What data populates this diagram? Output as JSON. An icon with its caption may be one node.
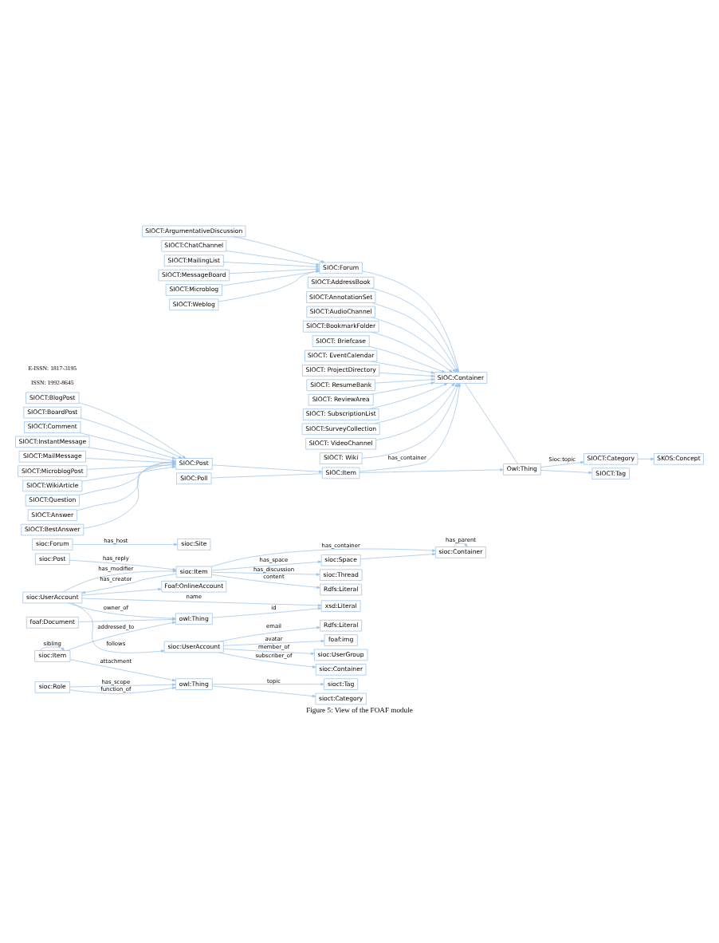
{
  "diagram": {
    "caption": "Figure 5: View of the FOAF module",
    "nodes": [
      {
        "text": [
          "owl:Thing"
        ]
      },
      {
        "text": [
          "xsd:Literal"
        ]
      },
      {
        "text": [
          "sioc:Container"
        ]
      },
      {
        "text": [
          "sioc:Space"
        ]
      },
      {
        "text": [
          "foaf:Document"
        ]
      },
      {
        "text": [
          "Foaf:OnlineAccount"
        ]
      },
      {
        "text": [
          "sioc:Thread"
        ]
      },
      {
        "text": [
          "sioc:Forum"
        ]
      },
      {
        "text": [
          "sioc:Site"
        ]
      },
      {
        "text": [
          "sioc:UserAccount"
        ]
      },
      {
        "text": [
          "sioc:Item"
        ]
      },
      {
        "text": [
          "Rdfs:Literal"
        ]
      },
      {
        "text": [
          "Rdfs:Literal"
        ]
      },
      {
        "text": [
          "sioc:UserAccount"
        ]
      },
      {
        "text": [
          "foaf:img"
        ]
      },
      {
        "text": [
          "sioc:Post"
        ]
      },
      {
        "text": [
          "sioc:UserGroup"
        ]
      },
      {
        "text": [
          "sioc:Role"
        ]
      },
      {
        "text": [
          "sioc:Container"
        ]
      },
      {
        "text": [
          "sioc:Item"
        ]
      },
      {
        "text": [
          "owl:Thing"
        ]
      },
      {
        "text": [
          "sioct:Tag"
        ]
      },
      {
        "text": [
          "sioct:Category"
        ]
      },
      {
        "text": [
          "Owl:Thing"
        ]
      },
      {
        "text": [
          "SIOCT:Category"
        ]
      },
      {
        "text": [
          "SIOCT:Tag"
        ]
      },
      {
        "text": [
          "SKOS:Concept"
        ]
      },
      {
        "text": [
          "SIOC:Item"
        ]
      },
      {
        "text": [
          "SIOC:Container"
        ]
      },
      {
        "text": [
          "SIOC:Post"
        ]
      },
      {
        "text": [
          "SIOC:Poll"
        ]
      },
      {
        "text": [
          "SIOC:Forum"
        ]
      },
      {
        "text": [
          "SIOCT:BlogPost"
        ]
      },
      {
        "text": [
          "SIOCT:BoardPost"
        ]
      },
      {
        "text": [
          "SIOCT:Comment"
        ]
      },
      {
        "text": [
          "SIOCT:InstantMessage"
        ]
      },
      {
        "text": [
          "SIOCT:MailMessage"
        ]
      },
      {
        "text": [
          "SIOCT:MicroblogPost"
        ]
      },
      {
        "text": [
          "SIOCT:WikiArticle"
        ]
      },
      {
        "text": [
          "SIOCT:Question"
        ]
      },
      {
        "text": [
          "SIOCT:Answer"
        ]
      },
      {
        "text": [
          "SIOCT:BestAnswer"
        ]
      },
      {
        "text": [
          "SIOCT:ArgumentativeDiscussion"
        ]
      },
      {
        "text": [
          "SIOCT:ChatChannel"
        ]
      },
      {
        "text": [
          "SIOCT:MailingList"
        ]
      },
      {
        "text": [
          "SIOCT:MessageBoard"
        ]
      },
      {
        "text": [
          "SIOCT:Microblog"
        ]
      },
      {
        "text": [
          "SIOCT:Weblog"
        ]
      },
      {
        "text": [
          "SIOCT:AddressBook"
        ]
      },
      {
        "text": [
          "SIOCT:AnnotationSet"
        ]
      },
      {
        "text": [
          "SIOCT:AudioChannel"
        ]
      },
      {
        "text": [
          "SIOCT:BookmarkFolder"
        ]
      },
      {
        "text": [
          "SIOCT: Briefcase"
        ]
      },
      {
        "text": [
          "SIOCT: EventCalendar"
        ]
      },
      {
        "text": [
          "SIOCT: ProjectDirectory"
        ]
      },
      {
        "text": [
          "SIOCT: ResumeBank"
        ]
      },
      {
        "text": [
          "SIOCT: ReviewArea"
        ]
      },
      {
        "text": [
          "SIOCT: SubscriptionList"
        ]
      },
      {
        "text": [
          "SIOCT:SurveyCollection"
        ]
      },
      {
        "text": [
          "SIOCT: VideoChannel"
        ]
      },
      {
        "text": [
          "SIOCT: Wiki"
        ]
      }
    ],
    "edges": [
      {
        "from": 19,
        "to": 0,
        "arrow": "to",
        "label": "addressed_to"
      },
      {
        "from": 9,
        "to": 0,
        "arrow": "to",
        "label": "owner_of"
      },
      {
        "from": 9,
        "to": 1,
        "arrow": "to",
        "label": "name"
      },
      {
        "from": 0,
        "to": 1,
        "arrow": "to",
        "label": "id"
      },
      {
        "from": 2,
        "to": 2,
        "arrow": "to",
        "label": "has_parent"
      },
      {
        "from": 10,
        "to": 3,
        "arrow": "to",
        "label": "has_space"
      },
      {
        "from": 3,
        "to": 2,
        "arrow": "to"
      },
      {
        "from": 4,
        "to": 0,
        "arrow": "to"
      },
      {
        "from": 7,
        "to": 8,
        "arrow": "to",
        "label": "has_host"
      },
      {
        "from": 9,
        "to": 5,
        "arrow": "to"
      },
      {
        "from": 10,
        "to": 9,
        "arrow": "to",
        "label": "has_creator"
      },
      {
        "from": 9,
        "to": 10,
        "arrow": "to",
        "label": "has_modifier"
      },
      {
        "from": 10,
        "to": 6,
        "arrow": "to",
        "label": "has_discussion"
      },
      {
        "from": 10,
        "to": 2,
        "arrow": "to",
        "label": "has_container"
      },
      {
        "from": 10,
        "to": 11,
        "arrow": "to",
        "label": "content"
      },
      {
        "from": 15,
        "to": 10,
        "arrow": "to",
        "label": "has_reply"
      },
      {
        "from": 9,
        "to": 13,
        "arrow": "to",
        "label": "follows"
      },
      {
        "from": 13,
        "to": 12,
        "arrow": "to",
        "label": "email"
      },
      {
        "from": 13,
        "to": 14,
        "arrow": "to",
        "label": "avatar"
      },
      {
        "from": 13,
        "to": 16,
        "arrow": "to",
        "label": "member_of"
      },
      {
        "from": 13,
        "to": 18,
        "arrow": "to",
        "label": "subscriber_of"
      },
      {
        "from": 19,
        "to": 19,
        "arrow": "to",
        "label": "sibling"
      },
      {
        "from": 17,
        "to": 20,
        "arrow": "to",
        "label": "has_scope"
      },
      {
        "from": 17,
        "to": 20,
        "arrow": "to",
        "label": "function_of"
      },
      {
        "from": 19,
        "to": 20,
        "arrow": "to",
        "label": "attachment"
      },
      {
        "from": 20,
        "to": 21,
        "arrow": "to",
        "label": "topic"
      },
      {
        "from": 20,
        "to": 22,
        "arrow": "to"
      },
      {
        "from": 23,
        "to": 24,
        "arrow": "to",
        "label": "Sioc:topic"
      },
      {
        "from": 23,
        "to": 25,
        "arrow": "to"
      },
      {
        "from": 24,
        "to": 26,
        "arrow": "to"
      },
      {
        "from": 27,
        "to": 23,
        "arrow": "to"
      },
      {
        "from": 28,
        "to": 23,
        "arrow": "none"
      },
      {
        "from": 27,
        "to": 28,
        "arrow": "to",
        "label": "has_container"
      },
      {
        "from": 29,
        "to": 27,
        "arrow": "to"
      },
      {
        "from": 30,
        "to": 27,
        "arrow": "none"
      },
      {
        "from": 31,
        "to": 28,
        "arrow": "none"
      },
      {
        "from": 32,
        "to": 29,
        "arrow": "to"
      },
      {
        "from": 33,
        "to": 29,
        "arrow": "to"
      },
      {
        "from": 34,
        "to": 29,
        "arrow": "to"
      },
      {
        "from": 35,
        "to": 29,
        "arrow": "to"
      },
      {
        "from": 36,
        "to": 29,
        "arrow": "to"
      },
      {
        "from": 37,
        "to": 29,
        "arrow": "to"
      },
      {
        "from": 38,
        "to": 29,
        "arrow": "to"
      },
      {
        "from": 39,
        "to": 29,
        "arrow": "to"
      },
      {
        "from": 40,
        "to": 29,
        "arrow": "to"
      },
      {
        "from": 41,
        "to": 29,
        "arrow": "to"
      },
      {
        "from": 42,
        "to": 31,
        "arrow": "to"
      },
      {
        "from": 43,
        "to": 31,
        "arrow": "to"
      },
      {
        "from": 44,
        "to": 31,
        "arrow": "to"
      },
      {
        "from": 45,
        "to": 31,
        "arrow": "to"
      },
      {
        "from": 46,
        "to": 31,
        "arrow": "to"
      },
      {
        "from": 47,
        "to": 31,
        "arrow": "to"
      },
      {
        "from": 48,
        "to": 28,
        "arrow": "to"
      },
      {
        "from": 49,
        "to": 28,
        "arrow": "to"
      },
      {
        "from": 50,
        "to": 28,
        "arrow": "to"
      },
      {
        "from": 51,
        "to": 28,
        "arrow": "to"
      },
      {
        "from": 52,
        "to": 28,
        "arrow": "to"
      },
      {
        "from": 53,
        "to": 28,
        "arrow": "to"
      },
      {
        "from": 54,
        "to": 28,
        "arrow": "to"
      },
      {
        "from": 55,
        "to": 28,
        "arrow": "to"
      },
      {
        "from": 56,
        "to": 28,
        "arrow": "to"
      },
      {
        "from": 57,
        "to": 28,
        "arrow": "to"
      },
      {
        "from": 58,
        "to": 28,
        "arrow": "to"
      },
      {
        "from": 59,
        "to": 28,
        "arrow": "to"
      },
      {
        "from": 60,
        "to": 28,
        "arrow": "to"
      }
    ],
    "labels": [
      "ISSN: 1992-8645",
      "E-ISSN: 1817-3195"
    ]
  }
}
